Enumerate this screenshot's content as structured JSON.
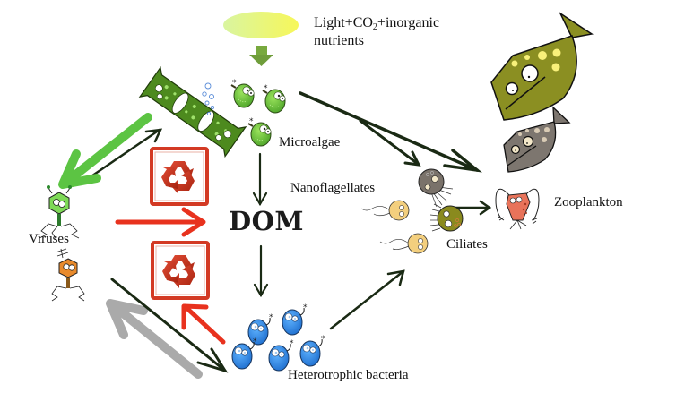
{
  "title": "Microbial loop with viruses and DOM",
  "labels": {
    "input_prefix": "Light+CO",
    "input_sub": "2",
    "input_suffix": "+inorganic",
    "input_line2": "nutrients",
    "microalgae": "Microalgae",
    "dom": "DOM",
    "viruses": "Viruses",
    "nanoflagellates": "Nanoflagellates",
    "ciliates": "Ciliates",
    "zooplankton": "Zooplankton",
    "bacteria": "Heterotrophic bacteria"
  },
  "nodes": [
    {
      "id": "light",
      "label": "Light+CO2+inorganic nutrients",
      "icon": "sun-ellipse-icon"
    },
    {
      "id": "microalgae",
      "label": "Microalgae",
      "icon": "diatom-and-algae-cells-icon"
    },
    {
      "id": "dom",
      "label": "DOM"
    },
    {
      "id": "viruses",
      "label": "Viruses",
      "icon": "bacteriophage-icon"
    },
    {
      "id": "recycle",
      "label": "",
      "icon": "recycle-icon",
      "count": 2
    },
    {
      "id": "bacteria",
      "label": "Heterotrophic bacteria",
      "icon": "bacteria-cells-icon",
      "count": 5
    },
    {
      "id": "nanoflagellates",
      "label": "Nanoflagellates",
      "icon": "flagellate-cells-icon"
    },
    {
      "id": "ciliates",
      "label": "Ciliates",
      "icon": "ciliate-cells-icon"
    },
    {
      "id": "zooplankton",
      "label": "Zooplankton",
      "icon": "copepod-icon"
    },
    {
      "id": "fish",
      "label": "",
      "icon": "fish-icon",
      "count": 2
    }
  ],
  "edges": [
    {
      "from": "light",
      "to": "microalgae",
      "color": "#6f9d3a",
      "style": "block-arrow"
    },
    {
      "from": "microalgae",
      "to": "dom",
      "color": "#1a2a14"
    },
    {
      "from": "dom",
      "to": "bacteria",
      "color": "#1a2a14"
    },
    {
      "from": "microalgae",
      "to": "nanoflagellates",
      "color": "#1a2a14"
    },
    {
      "from": "microalgae",
      "to": "fish",
      "color": "#1a2a14"
    },
    {
      "from": "bacteria",
      "to": "nanoflagellates",
      "color": "#1a2a14"
    },
    {
      "from": "ciliates",
      "to": "zooplankton",
      "color": "#1a2a14"
    },
    {
      "from": "viruses",
      "to": "microalgae",
      "color": "#1a2a14"
    },
    {
      "from": "microalgae",
      "to": "viruses",
      "color": "#5cc443",
      "style": "thick"
    },
    {
      "from": "viruses",
      "to": "dom",
      "color": "#e8321e",
      "style": "recycle"
    },
    {
      "from": "bacteria",
      "to": "recycle",
      "color": "#e8321e",
      "style": "recycle"
    },
    {
      "from": "viruses",
      "to": "bacteria",
      "color": "#1a2a14"
    },
    {
      "from": "bacteria",
      "to": "viruses",
      "color": "#aaaaaa",
      "style": "thick"
    }
  ],
  "colors": {
    "arrow_dark": "#1a2a14",
    "arrow_green": "#5cc443",
    "arrow_red": "#e8321e",
    "arrow_gray": "#aaaaaa",
    "algae_green": "#6fbf3a",
    "bacteria_blue": "#2f86e0",
    "fish_olive": "#8b8f22",
    "fish_gray": "#7d766f",
    "zooplankton_red": "#e8735a",
    "nanoflagellate_yellow": "#f3cf7e",
    "recycle_red": "#c9301f"
  }
}
